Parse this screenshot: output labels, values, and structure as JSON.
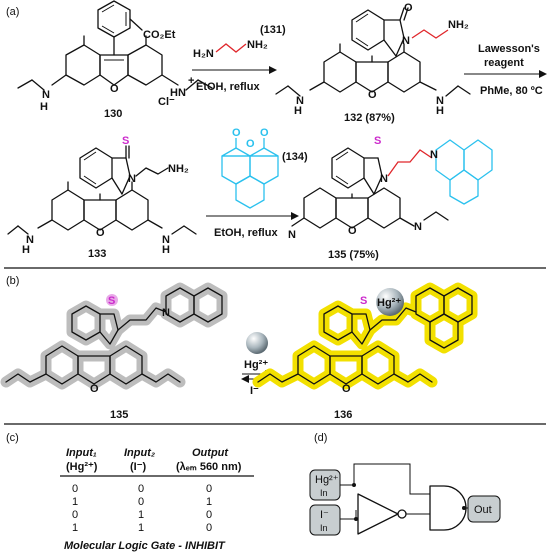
{
  "panels": {
    "a": "(a)",
    "b": "(b)",
    "c": "(c)",
    "d": "(d)"
  },
  "scheme_a": {
    "c130": "130",
    "ester": "CO₂Et",
    "chloride": "Cl⁻",
    "nh": "N",
    "h": "H",
    "nh_plus": "+",
    "reagent1_id": "(131)",
    "reagent1_left": "H₂N",
    "reagent1_right": "NH₂",
    "cond1": "EtOH, reflux",
    "c132": "132 (87%)",
    "lawesson1": "Lawesson's",
    "lawesson2": "reagent",
    "cond2": "PhMe, 80 ºC",
    "c133": "133",
    "reagent2_id": "(134)",
    "cond3": "EtOH, reflux",
    "c135": "135 (75%)",
    "o": "O",
    "s": "S",
    "n": "N",
    "nh2": "NH₂"
  },
  "scheme_b": {
    "c135": "135",
    "c136": "136",
    "hg": "Hg²⁺",
    "iodide": "I⁻"
  },
  "table": {
    "headers": [
      "Input₁",
      "Input₂",
      "Output"
    ],
    "subheaders": [
      "(Hg²⁺)",
      "(I⁻)",
      "(λₑₘ 560 nm)"
    ],
    "rows": [
      [
        "0",
        "0",
        "0"
      ],
      [
        "1",
        "0",
        "1"
      ],
      [
        "0",
        "1",
        "0"
      ],
      [
        "1",
        "1",
        "0"
      ]
    ],
    "caption": "Molecular Logic Gate - INHIBIT"
  },
  "logic": {
    "in1": "Hg²⁺",
    "in1_sub": "In",
    "in2": "I⁻",
    "in2_sub": "In",
    "out": "Out"
  },
  "colors": {
    "highlight_b135": "#bdbdbd",
    "highlight_b136": "#f2e000",
    "reagent134": "#2bc1ee",
    "linker": "#e0262b",
    "sulfur": "#cc2bcc"
  }
}
